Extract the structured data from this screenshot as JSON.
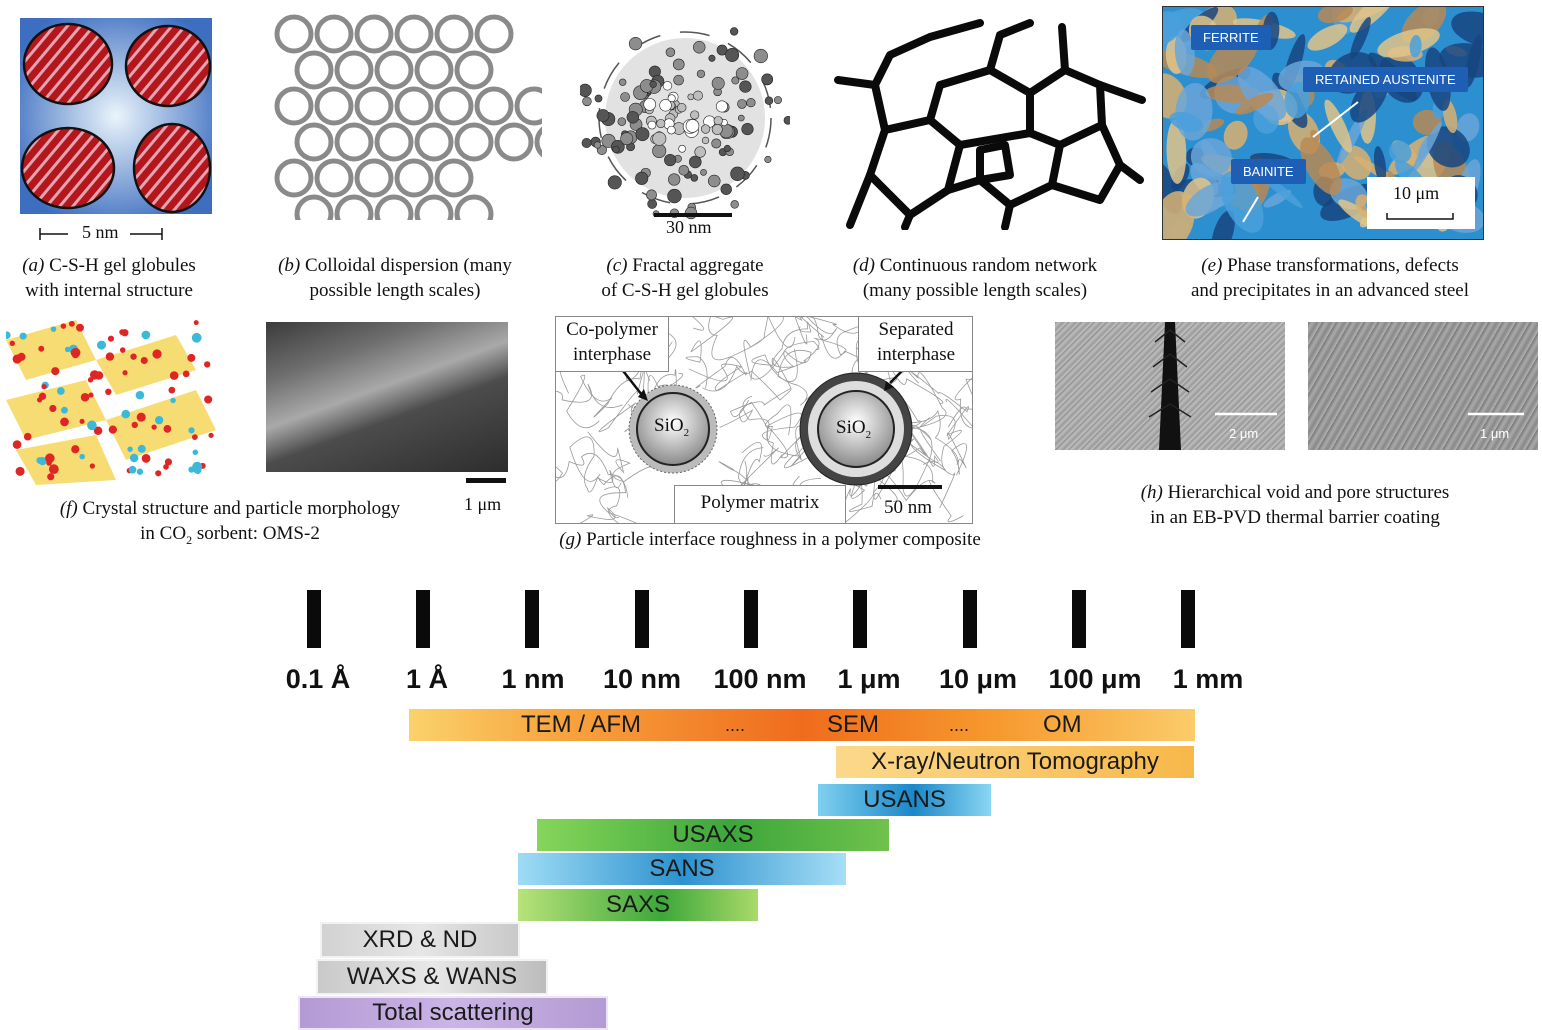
{
  "panels": {
    "a": {
      "scale": "5 nm",
      "letter": "(a)",
      "caption1": "C-S-H gel globules",
      "caption2": "with internal structure"
    },
    "b": {
      "letter": "(b)",
      "caption1": "Colloidal dispersion (many",
      "caption2": "possible length scales)"
    },
    "c": {
      "scale": "30 nm",
      "letter": "(c)",
      "caption1": "Fractal aggregate",
      "caption2": "of C-S-H gel globules"
    },
    "d": {
      "letter": "(d)",
      "caption1": "Continuous random network",
      "caption2": "(many possible length scales)"
    },
    "e": {
      "labels": [
        "FERRITE",
        "RETAINED AUSTENITE",
        "BAINITE"
      ],
      "scale": "10 μm",
      "letter": "(e)",
      "caption1": "Phase transformations, defects",
      "caption2": "and precipitates in an advanced steel"
    },
    "f": {
      "scale": "1 μm",
      "letter": "(f)",
      "caption1": "Crystal structure and particle morphology",
      "caption2_pre": "in CO",
      "caption2_sub": "2",
      "caption2_post": " sorbent: OMS-2"
    },
    "g": {
      "label_left1": "Co-polymer",
      "label_left2": "interphase",
      "label_right1": "Separated",
      "label_right2": "interphase",
      "particle": "SiO",
      "particle_sub": "2",
      "matrix": "Polymer matrix",
      "scale": "50 nm",
      "letter": "(g)",
      "caption": "Particle interface roughness in a polymer composite"
    },
    "h": {
      "scale_left": "2 μm",
      "scale_right": "1 μm",
      "letter": "(h)",
      "caption1": "Hierarchical void and pore structures",
      "caption2": "in an EB-PVD thermal barrier coating"
    }
  },
  "scale_axis": {
    "labels": [
      "0.1 Å",
      "1 Å",
      "1 nm",
      "10 nm",
      "100 nm",
      "1 μm",
      "10 μm",
      "100 μm",
      "1 mm"
    ]
  },
  "techniques": {
    "tem": {
      "a": "TEM / AFM",
      "dots1": "....",
      "b": "SEM",
      "dots2": "....",
      "c": "OM"
    },
    "xray": "X-ray/Neutron Tomography",
    "usans": "USANS",
    "usaxs": "USAXS",
    "sans": "SANS",
    "saxs": "SAXS",
    "xrd": "XRD & ND",
    "waxs": "WAXS & WANS",
    "total": "Total scattering"
  },
  "colors": {
    "gel_red": "#b3161b",
    "steel_blue": "#1e5fb5",
    "usans_blue": "#1b88c9",
    "usaxs_green": "#3da63b",
    "tem_orange": "#ef6c1c",
    "total_purple": "#b49ad4"
  }
}
